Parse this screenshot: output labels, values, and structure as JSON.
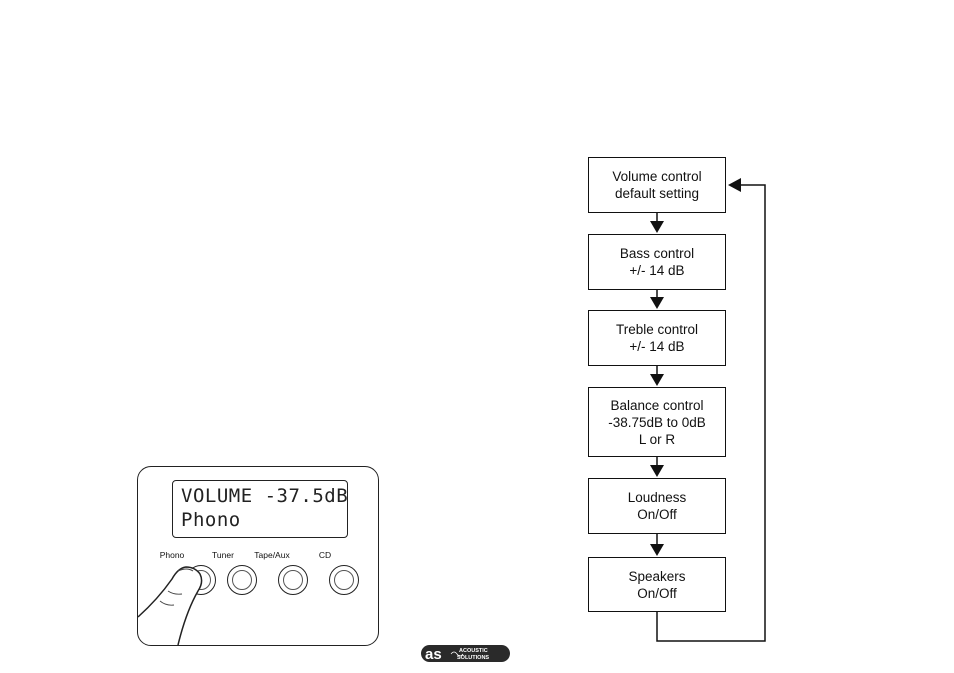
{
  "display": {
    "line1": "VOLUME -37.5dB",
    "line2": "Phono"
  },
  "sources": [
    {
      "label": "Phono"
    },
    {
      "label": "Tuner"
    },
    {
      "label": "Tape/Aux"
    },
    {
      "label": "CD"
    }
  ],
  "flow": [
    {
      "lines": [
        "Volume control",
        "default setting"
      ]
    },
    {
      "lines": [
        "Bass control",
        "+/- 14 dB"
      ]
    },
    {
      "lines": [
        "Treble control",
        "+/- 14 dB"
      ]
    },
    {
      "lines": [
        "Balance control",
        "-38.75dB to 0dB",
        "L or R"
      ]
    },
    {
      "lines": [
        "Loudness",
        "On/Off"
      ]
    },
    {
      "lines": [
        "Speakers",
        "On/Off"
      ]
    }
  ],
  "logo": {
    "mark": "as",
    "line1": "ACOUSTIC",
    "line2": "SOLUTIONS"
  },
  "colors": {
    "ink": "#111111",
    "background": "#ffffff",
    "logo": "#2a2a2a"
  }
}
